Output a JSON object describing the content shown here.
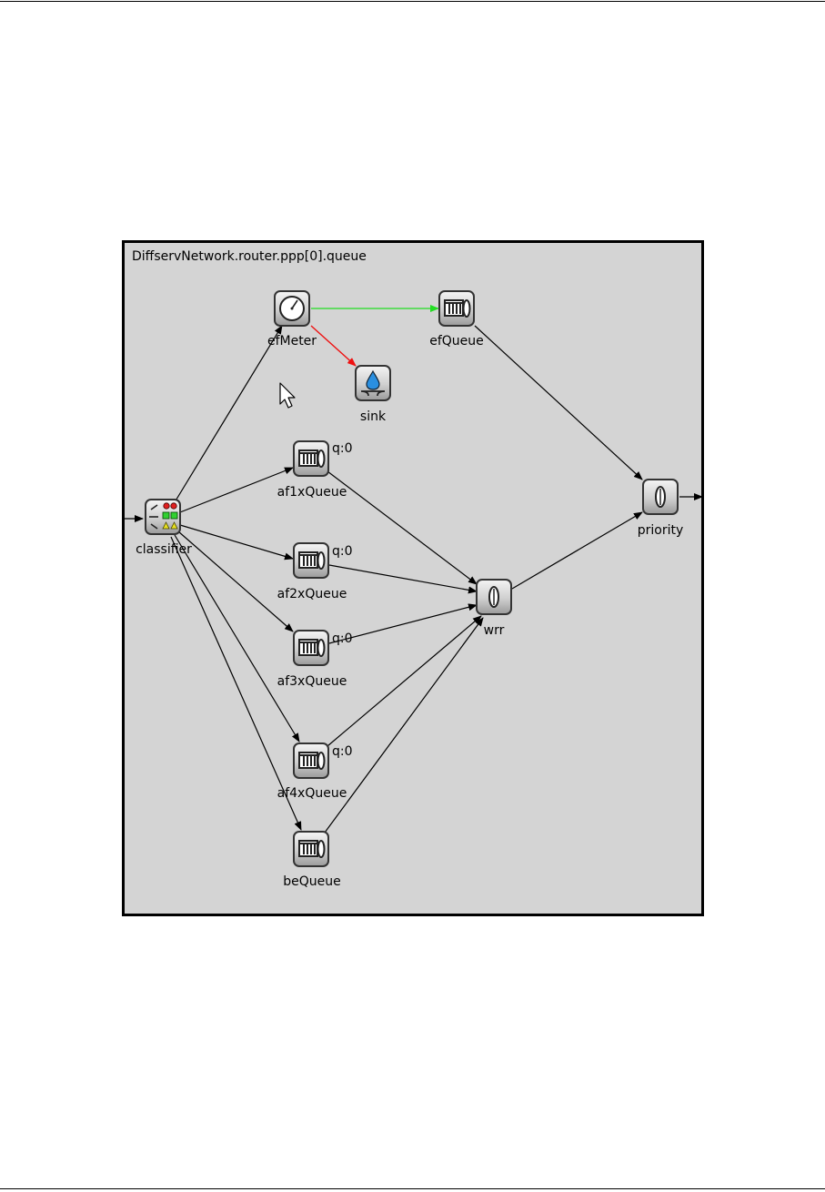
{
  "network": {
    "title": "DiffservNetwork.router.ppp[0].queue",
    "modules": {
      "efMeter": {
        "label": "efMeter",
        "icon": "meter-clock-icon"
      },
      "efQueue": {
        "label": "efQueue",
        "icon": "queue-icon"
      },
      "sink": {
        "label": "sink",
        "icon": "sink-drop-icon"
      },
      "classifier": {
        "label": "classifier",
        "icon": "classifier-icon"
      },
      "af1xQueue": {
        "label": "af1xQueue",
        "icon": "queue-icon",
        "status": "q:0"
      },
      "af2xQueue": {
        "label": "af2xQueue",
        "icon": "queue-icon",
        "status": "q:0"
      },
      "af3xQueue": {
        "label": "af3xQueue",
        "icon": "queue-icon",
        "status": "q:0"
      },
      "af4xQueue": {
        "label": "af4xQueue",
        "icon": "queue-icon",
        "status": "q:0"
      },
      "beQueue": {
        "label": "beQueue",
        "icon": "queue-icon"
      },
      "wrr": {
        "label": "wrr",
        "icon": "scheduler-icon"
      },
      "priority": {
        "label": "priority",
        "icon": "scheduler-icon"
      }
    },
    "colors": {
      "canvas": "#d4d4d4",
      "connection": "#000000",
      "green_connection": "#22dd22",
      "red_connection": "#ee1111"
    }
  }
}
